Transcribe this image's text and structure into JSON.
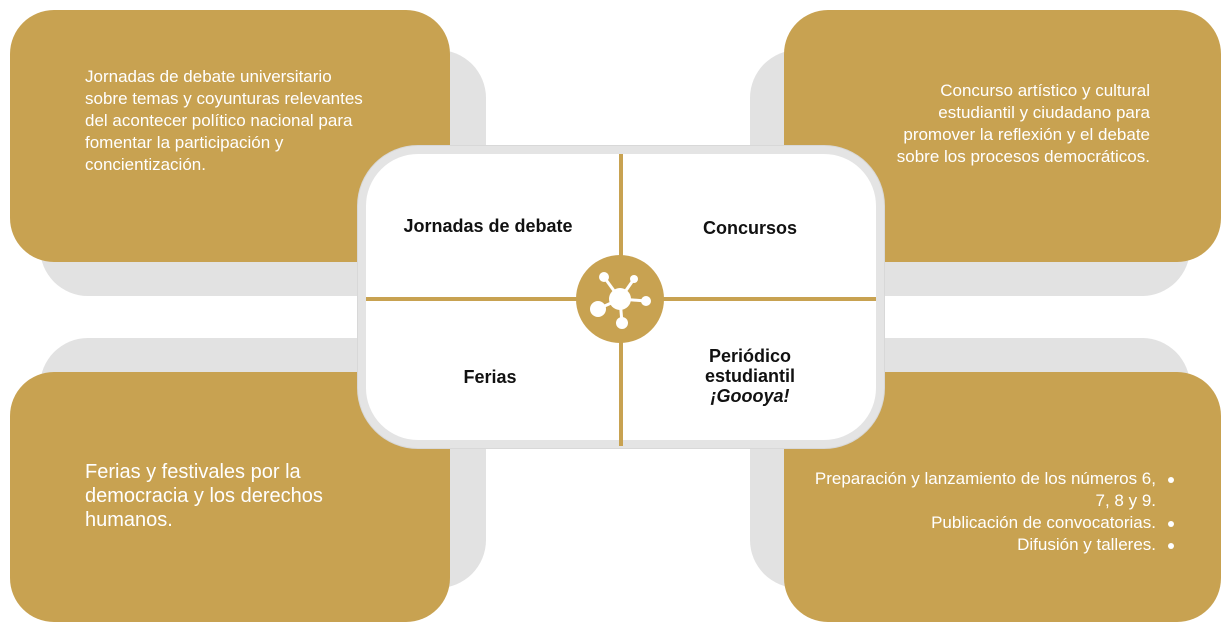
{
  "colors": {
    "accent": "#c8a251",
    "shadow": "#e2e2e2",
    "panel_border": "#e4e4e4"
  },
  "top_left": {
    "text": "Jornadas de debate universitario sobre temas y coyunturas relevantes del acontecer político nacional para fomentar la participación y concientización."
  },
  "top_right": {
    "text": "Concurso artístico y cultural estudiantil y ciudadano para promover la reflexión y el debate sobre los procesos democráticos."
  },
  "bottom_left": {
    "text": "Ferias y festivales por la democracia y los derechos humanos."
  },
  "bottom_right": {
    "items": [
      "Preparación y lanzamiento de los números 6, 7, 8 y 9.",
      "Publicación de convocatorias.",
      "Difusión y talleres."
    ]
  },
  "center": {
    "q1": "Jornadas de debate",
    "q2": "Concursos",
    "q3": "Ferias",
    "q4_line1": "Periódico",
    "q4_line2": "estudiantil",
    "q4_line3": "¡Goooya!",
    "hub_icon": "network-icon"
  }
}
